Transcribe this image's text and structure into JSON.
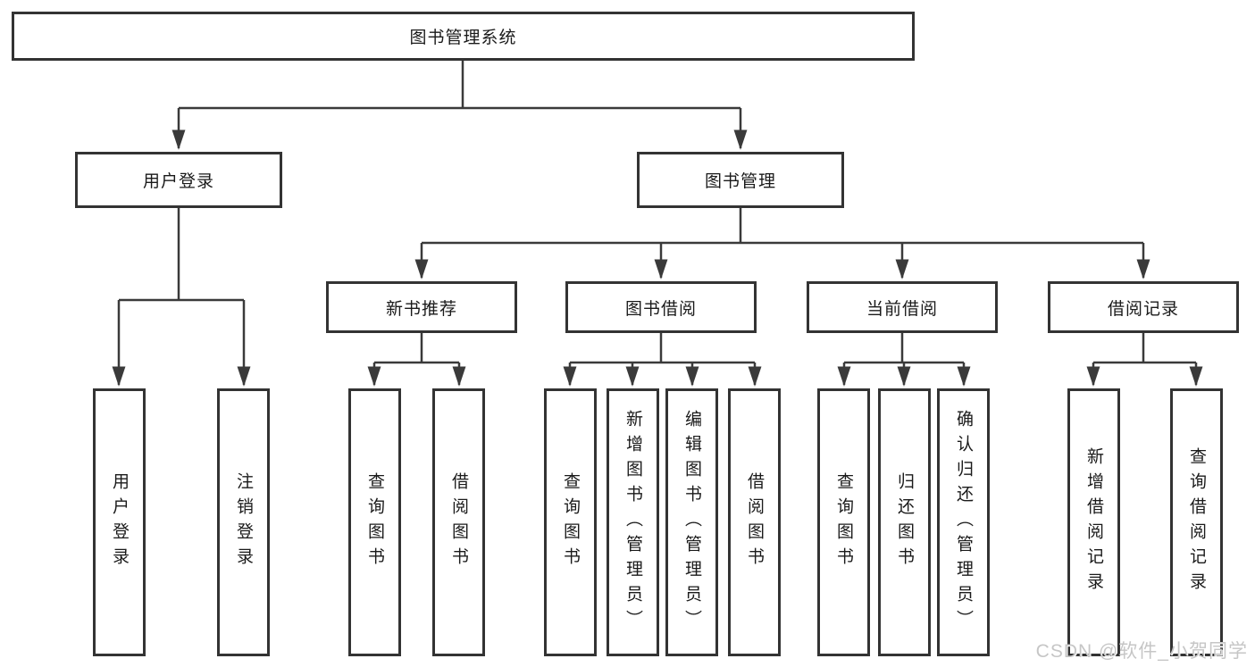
{
  "diagram": {
    "root": "图书管理系统",
    "branches": [
      {
        "label": "用户登录",
        "children": [
          "用户登录",
          "注销登录"
        ]
      },
      {
        "label": "图书管理",
        "groups": [
          {
            "label": "新书推荐",
            "children": [
              "查询图书",
              "借阅图书"
            ]
          },
          {
            "label": "图书借阅",
            "children": [
              "查询图书",
              "新增图书（管理员）",
              "编辑图书（管理员）",
              "借阅图书"
            ]
          },
          {
            "label": "当前借阅",
            "children": [
              "查询图书",
              "归还图书",
              "确认归还（管理员）"
            ]
          },
          {
            "label": "借阅记录",
            "children": [
              "新增借阅记录",
              "查询借阅记录"
            ]
          }
        ]
      }
    ]
  },
  "watermark": "CSDN @软件_小贺同学",
  "colors": {
    "line": "#3a3a3a",
    "box_border": "#333333",
    "text": "#1a1a1a",
    "watermark": "#c6c6c6",
    "background": "#ffffff"
  }
}
